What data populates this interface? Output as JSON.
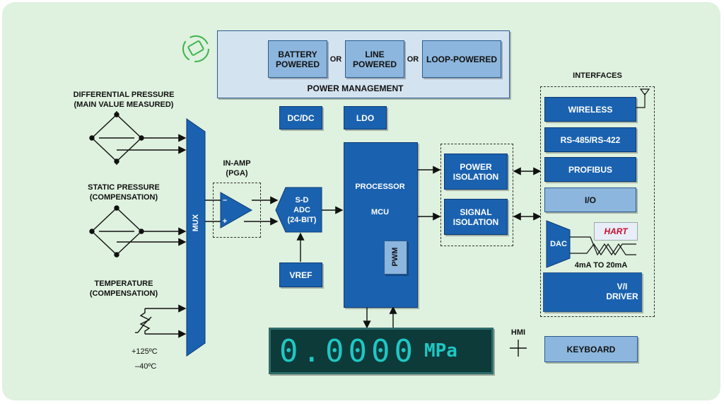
{
  "power": {
    "battery": "BATTERY\nPOWERED",
    "line": "LINE\nPOWERED",
    "loop": "LOOP-POWERED",
    "or": "OR",
    "title": "POWER MANAGEMENT"
  },
  "blocks": {
    "dcdc": "DC/DC",
    "ldo": "LDO",
    "processor": "PROCESSOR",
    "mcu": "MCU",
    "pwm": "PWM",
    "adc": "S-D\nADC\n(24-BIT)",
    "vref": "VREF",
    "mux": "MUX",
    "power_isolation": "POWER\nISOLATION",
    "signal_isolation": "SIGNAL\nISOLATION",
    "keyboard": "KEYBOARD"
  },
  "sensors": {
    "differential": "DIFFERENTIAL PRESSURE\n(MAIN VALUE MEASURED)",
    "static": "STATIC PRESSURE\n(COMPENSATION)",
    "temperature": "TEMPERATURE\n(COMPENSATION)",
    "temp_high": "+125ºC",
    "temp_low": "–40ºC"
  },
  "inamp": {
    "label": "IN-AMP\n(PGA)"
  },
  "interfaces": {
    "title": "INTERFACES",
    "items": [
      "WIRELESS",
      "RS-485/RS-422",
      "PROFIBUS",
      "I/O"
    ],
    "dac": "DAC",
    "current_range": "4mA TO 20mA",
    "hart_logo": "HART",
    "vi_driver": "V/I\nDRIVER"
  },
  "display": {
    "value": "0.0000",
    "unit": "MPa"
  },
  "hmi": {
    "label": "HMI"
  },
  "colors": {
    "block": "#1a62b0",
    "light_block": "#8cb6dd",
    "background": "#dff1df",
    "display_text": "#1fc7c4"
  },
  "icons": [
    "recycle-battery-icon",
    "power-button-icon",
    "green-recycle-icon"
  ]
}
